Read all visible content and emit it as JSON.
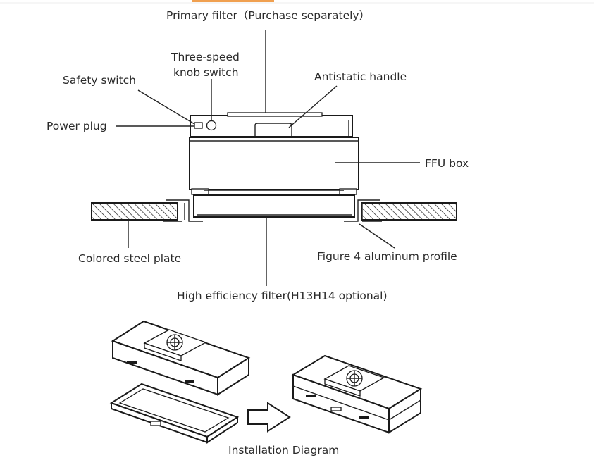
{
  "labels": {
    "primary_filter": "Primary filter（Purchase separately）",
    "three_speed_line1": "Three-speed",
    "three_speed_line2": "knob switch",
    "safety_switch": "Safety switch",
    "antistatic_handle": "Antistatic handle",
    "power_plug": "Power plug",
    "ffu_box": "FFU box",
    "colored_steel_plate": "Colored steel plate",
    "aluminum_profile": "Figure 4 aluminum profile",
    "hepa_filter": "High efficiency filter(H13H14 optional)",
    "installation_diagram": "Installation Diagram"
  },
  "colors": {
    "top_accent": "#f0a050",
    "line": "#222222",
    "text": "#2a2a2a"
  }
}
